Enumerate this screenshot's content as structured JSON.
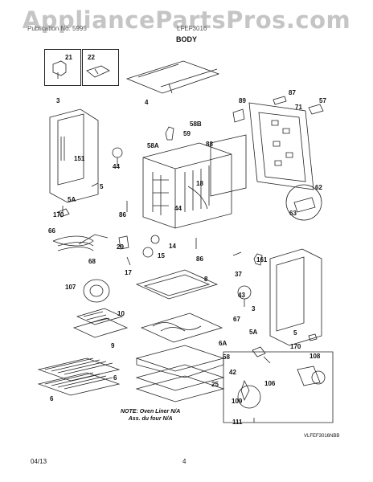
{
  "watermark": "AppliancePartsPros.com",
  "header": {
    "left": "Publication No. 5995",
    "right": "LFEF3016",
    "section_title": "BODY"
  },
  "callouts": [
    "21",
    "22",
    "4",
    "3",
    "151",
    "87",
    "89",
    "71",
    "57",
    "59",
    "58B",
    "88",
    "58A",
    "44",
    "18",
    "5",
    "5A",
    "170",
    "44",
    "86",
    "62",
    "63",
    "66",
    "68",
    "29",
    "14",
    "15",
    "17",
    "86",
    "37",
    "161",
    "8",
    "43",
    "3",
    "107",
    "10",
    "9",
    "67",
    "5A",
    "5",
    "170",
    "6A",
    "58",
    "42",
    "25",
    "108",
    "106",
    "109",
    "111",
    "6",
    "6"
  ],
  "note": {
    "line1": "NOTE: Oven Liner N/A",
    "line2": "Ass. du four N/A"
  },
  "drawing_id": "VLFEF3016NBB",
  "footer": {
    "date": "04/13",
    "page": "4"
  },
  "colors": {
    "line": "#222222",
    "watermark": "#969696",
    "background": "#ffffff"
  }
}
